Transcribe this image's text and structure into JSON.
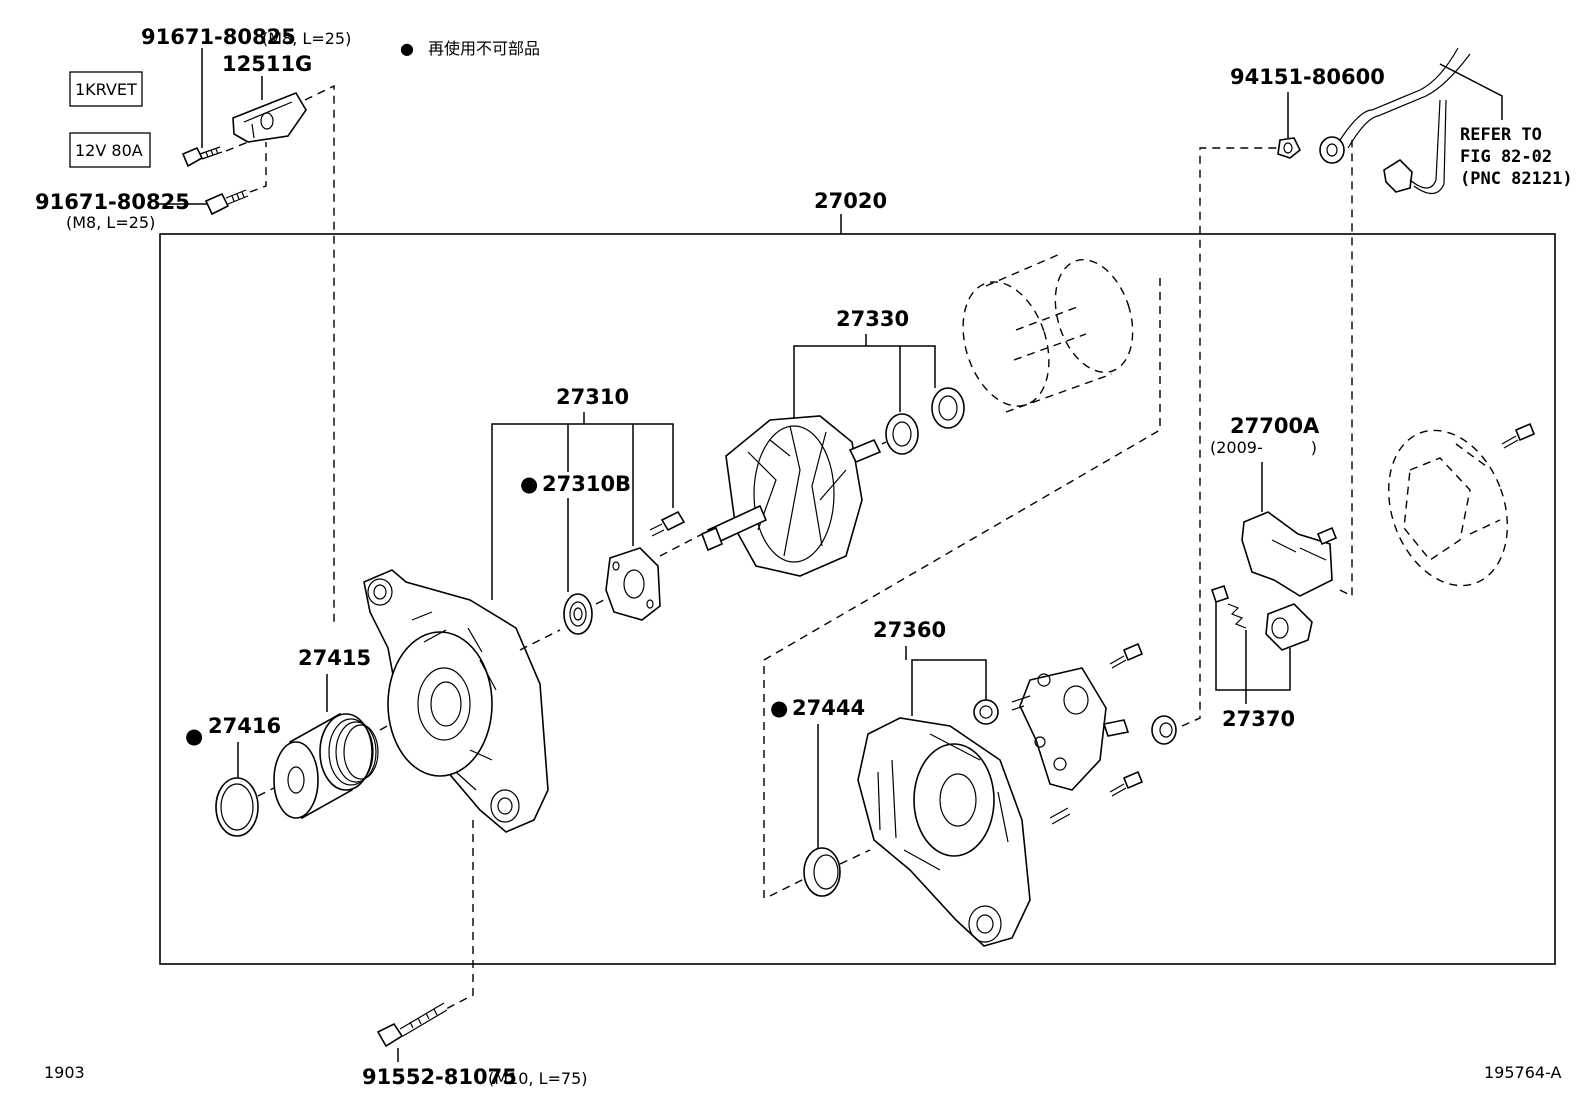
{
  "legend": {
    "marker": "●",
    "text": "再使用不可部品"
  },
  "notes": {
    "engine_code": "1KRVET",
    "rating": "12V 80A"
  },
  "parts": {
    "p12511G": "12511G",
    "p91671_top": "91671-80825",
    "p91671_top_spec": "(M8, L=25)",
    "p91671_bottom": "91671-80825",
    "p91671_bottom_spec": "(M8, L=25)",
    "p27020": "27020",
    "p27330": "27330",
    "p27310": "27310",
    "p27310B": "27310B",
    "p27415": "27415",
    "p27416": "27416",
    "p27360": "27360",
    "p27444": "27444",
    "p27700A": "27700A",
    "p27700A_date": "(2009-　　　)",
    "p27370": "27370",
    "p94151": "94151-80600",
    "p91552": "91552-81075",
    "p91552_spec": "(M10, L=75)"
  },
  "refer": {
    "line1": "REFER TO",
    "line2": "FIG 82-02",
    "line3": "(PNC 82121)"
  },
  "footer": {
    "page_code": "1903",
    "figure_id": "195764-A"
  }
}
